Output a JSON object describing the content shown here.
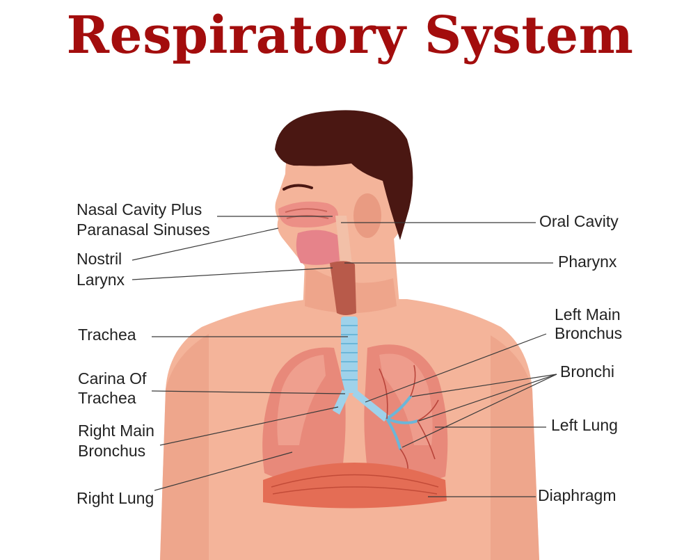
{
  "title": "Respiratory System",
  "colors": {
    "title": "#a30d0d",
    "skin": "#f4b49a",
    "skin_shadow": "#e99b82",
    "hair": "#4a1712",
    "lung": "#e8897a",
    "lung_light": "#f2a897",
    "airway": "#9fd2ea",
    "airway_dark": "#6bb6d8",
    "diaphragm": "#e46d55",
    "leader_line": "#3a3a3a",
    "label_text": "#222222"
  },
  "labels": {
    "nasal_cavity_line1": "Nasal Cavity Plus",
    "nasal_cavity_line2": "Paranasal Sinuses",
    "nostril": "Nostril",
    "larynx": "Larynx",
    "trachea": "Trachea",
    "carina_line1": "Carina Of",
    "carina_line2": "Trachea",
    "right_main_bronchus_line1": "Right Main",
    "right_main_bronchus_line2": "Bronchus",
    "right_lung": "Right Lung",
    "oral_cavity": "Oral Cavity",
    "pharynx": "Pharynx",
    "left_main_bronchus_line1": "Left Main",
    "left_main_bronchus_line2": "Bronchus",
    "bronchi": "Bronchi",
    "left_lung": "Left Lung",
    "diaphragm": "Diaphragm"
  }
}
